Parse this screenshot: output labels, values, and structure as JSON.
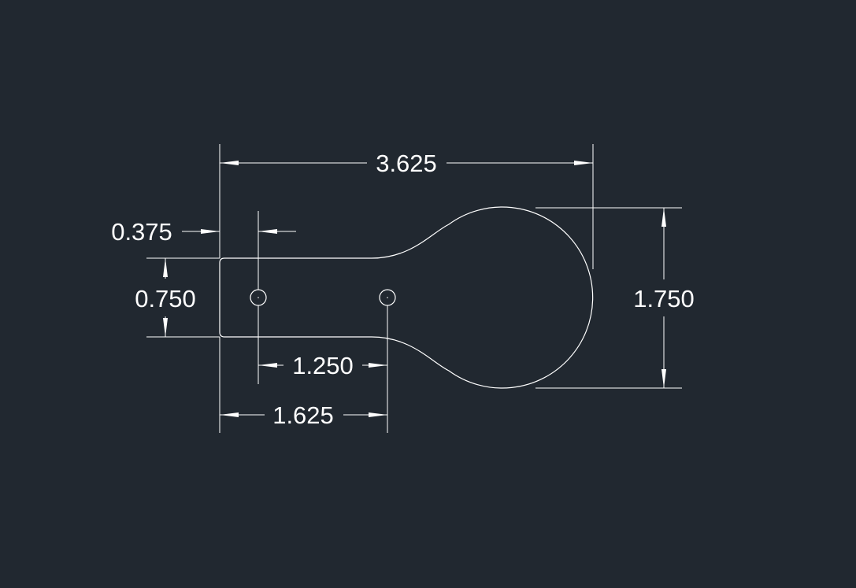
{
  "drawing": {
    "background_color": "#212830",
    "line_color": "#ffffff",
    "dimensions": {
      "overall_length": "3.625",
      "edge_to_hole_offset": "0.375",
      "slot_width": "0.750",
      "hole_spacing": "1.250",
      "edge_to_second_hole": "1.625",
      "bulb_diameter": "1.750"
    }
  }
}
